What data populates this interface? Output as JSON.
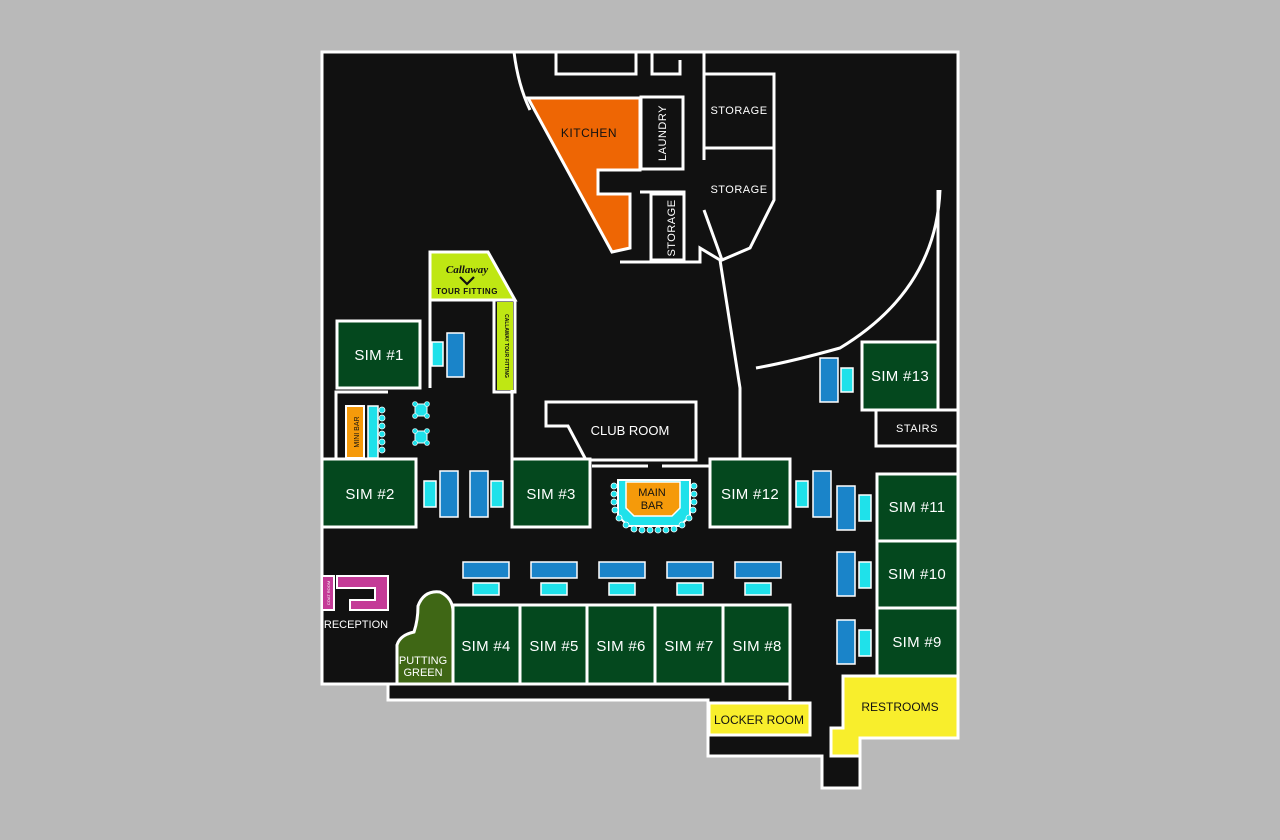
{
  "colors": {
    "background": "#b9b9b9",
    "floor": "#111111",
    "walls": "#ffffff",
    "sim": "#04481e",
    "kitchen": "#ee6604",
    "callaway": "#bfe713",
    "bar": "#f59a0a",
    "reception": "#c43b97",
    "putting_green": "#3f6715",
    "restrooms": "#f8ee2c",
    "seating_cyan": "#1fe1ea",
    "seating_blue": "#1a84c9"
  },
  "rooms": {
    "sim1": "SIM #1",
    "sim2": "SIM #2",
    "sim3": "SIM #3",
    "sim4": "SIM #4",
    "sim5": "SIM #5",
    "sim6": "SIM #6",
    "sim7": "SIM #7",
    "sim8": "SIM #8",
    "sim9": "SIM #9",
    "sim10": "SIM #10",
    "sim11": "SIM #11",
    "sim12": "SIM #12",
    "sim13": "SIM #13",
    "kitchen": "KITCHEN",
    "laundry": "LAUNDRY",
    "storage_top": "STORAGE",
    "storage_mid": "STORAGE",
    "storage_vertical": "STORAGE",
    "club_room": "CLUB ROOM",
    "stairs": "STAIRS",
    "restrooms": "RESTROOMS",
    "locker_room": "LOCKER ROOM",
    "reception": "RECEPTION",
    "coat_room": "COAT ROOM",
    "putting_green_line1": "PUTTING",
    "putting_green_line2": "GREEN",
    "main_bar_line1": "MAIN",
    "main_bar_line2": "BAR",
    "mini_bar": "MINI BAR",
    "callaway_brand": "Callaway",
    "callaway_tour_fitting": "TOUR FITTING",
    "callaway_tour_fitting_vertical": "CALLAWAY TOUR FITTING"
  },
  "icons": {
    "callaway": "callaway-chevron-logo",
    "bar_stool": "circle-stool",
    "lounge_seat": "rectangle-sofa",
    "high_top_table": "square-table-with-stools"
  }
}
